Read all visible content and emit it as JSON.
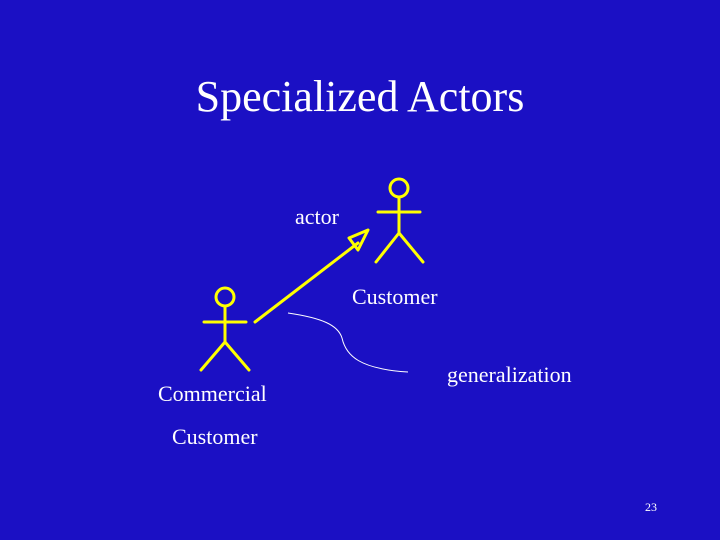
{
  "slide": {
    "title": "Specialized Actors",
    "page_number": "23"
  },
  "diagram": {
    "parent_actor": {
      "stereotype_label": "actor",
      "name": "Customer"
    },
    "child_actor": {
      "name_line1": "Commercial",
      "name_line2": "Customer"
    },
    "relationship": {
      "type": "generalization",
      "label": "generalization"
    }
  },
  "colors": {
    "background": "#1b10c4",
    "diagram_stroke": "#ffff00",
    "text": "#ffffff",
    "annotation_line": "#ffffff"
  }
}
